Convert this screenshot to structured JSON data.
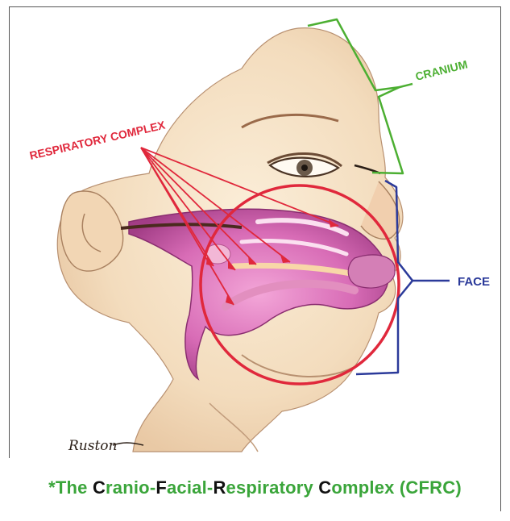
{
  "labels": {
    "cranium": "CRANIUM",
    "respiratory": "RESPIRATORY COMPLEX",
    "face": "FACE",
    "signature": "Ruston"
  },
  "caption": {
    "prefix": "*The ",
    "w1_initial": "C",
    "w1_rest": "ranio-",
    "w2_initial": "F",
    "w2_rest": "acial-",
    "w3_initial": "R",
    "w3_rest": "espiratory ",
    "w4_initial": "C",
    "w4_rest": "omplex ",
    "abbr": "(CFRC)"
  },
  "colors": {
    "cranium": "#4caf32",
    "respiratory": "#e0283c",
    "face": "#2b3a9a",
    "caption_green": "#3aa53a",
    "caption_black": "#111111"
  }
}
